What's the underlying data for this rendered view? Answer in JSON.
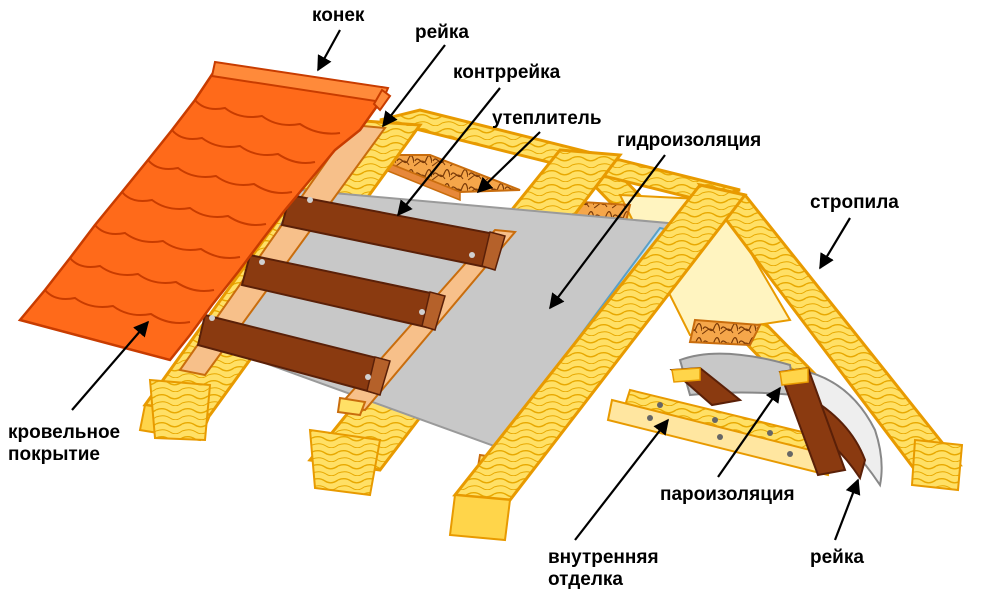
{
  "labels": {
    "ridge": "конек",
    "batten_top": "рейка",
    "counter_batten": "контррейка",
    "insulation": "утеплитель",
    "waterproofing": "гидроизоляция",
    "rafters": "стропила",
    "roof_covering_1": "кровельное",
    "roof_covering_2": "покрытие",
    "vapor_barrier": "пароизоляция",
    "batten_bottom": "рейка",
    "interior_finish_1": "внутренняя",
    "interior_finish_2": "отделка"
  },
  "colors": {
    "timber": "#ffe580",
    "timber_edge": "#e89a00",
    "tile": "#ff6a1a",
    "tile_edge": "#c83c00",
    "batten": "#8a3a10",
    "membrane": "#c8c8c8",
    "insulation": "#f5a64a",
    "pipe": "#bfe3f5"
  }
}
